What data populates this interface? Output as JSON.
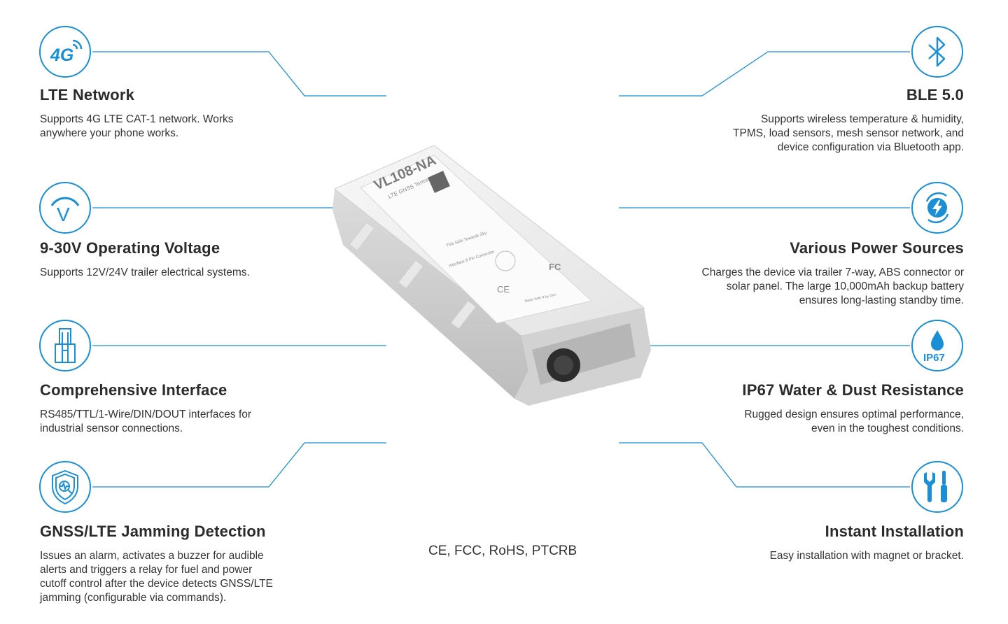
{
  "features": [
    {
      "id": "lte",
      "icon": "4g-icon",
      "icon_text": "4G",
      "title": "LTE Network",
      "desc": [
        "Supports 4G LTE CAT-1 network. Works",
        "anywhere your phone works."
      ]
    },
    {
      "id": "voltage",
      "icon": "voltage-icon",
      "icon_text": "V",
      "title": "9-30V Operating Voltage",
      "desc": [
        "Supports 12V/24V trailer electrical systems."
      ]
    },
    {
      "id": "interface",
      "icon": "connector-icon",
      "title": "Comprehensive Interface",
      "desc": [
        "RS485/TTL/1-Wire/DIN/DOUT interfaces for",
        "industrial sensor connections."
      ]
    },
    {
      "id": "jamming",
      "icon": "shield-scan-icon",
      "title": "GNSS/LTE Jamming Detection",
      "desc": [
        "Issues an alarm, activates a buzzer for audible",
        "alerts and triggers a relay for fuel and power",
        "cutoff control after the device detects GNSS/LTE",
        "jamming (configurable via commands)."
      ]
    },
    {
      "id": "ble",
      "icon": "bluetooth-icon",
      "title": "BLE 5.0",
      "desc": [
        "Supports wireless temperature & humidity,",
        "TPMS, load sensors, mesh sensor network, and",
        "device configuration via Bluetooth app."
      ]
    },
    {
      "id": "power",
      "icon": "power-bolt-icon",
      "title": "Various Power Sources",
      "desc": [
        "Charges the device via trailer 7-way, ABS connector or",
        "solar panel. The large 10,000mAh backup battery",
        "ensures long-lasting standby time."
      ]
    },
    {
      "id": "ip67",
      "icon": "water-drop-icon",
      "icon_text": "IP67",
      "title": "IP67 Water & Dust Resistance",
      "desc": [
        "Rugged design ensures optimal performance,",
        "even in the toughest conditions."
      ]
    },
    {
      "id": "install",
      "icon": "tools-icon",
      "title": "Instant Installation",
      "desc": [
        "Easy installation with magnet or bracket."
      ]
    }
  ],
  "certifications": "CE, FCC, RoHS, PTCRB",
  "device": {
    "model": "VL108-NA",
    "subtitle": "LTE GNSS Terminal",
    "label_sky": "This Side Towards Sky",
    "label_interface": "Interface   8 Pin Connector",
    "made_with": "Made With ♥ by Jimi",
    "mark_ce": "CE",
    "mark_fc": "FC"
  },
  "colors": {
    "accent": "#1a8fd6",
    "text": "#2b2b2b"
  }
}
